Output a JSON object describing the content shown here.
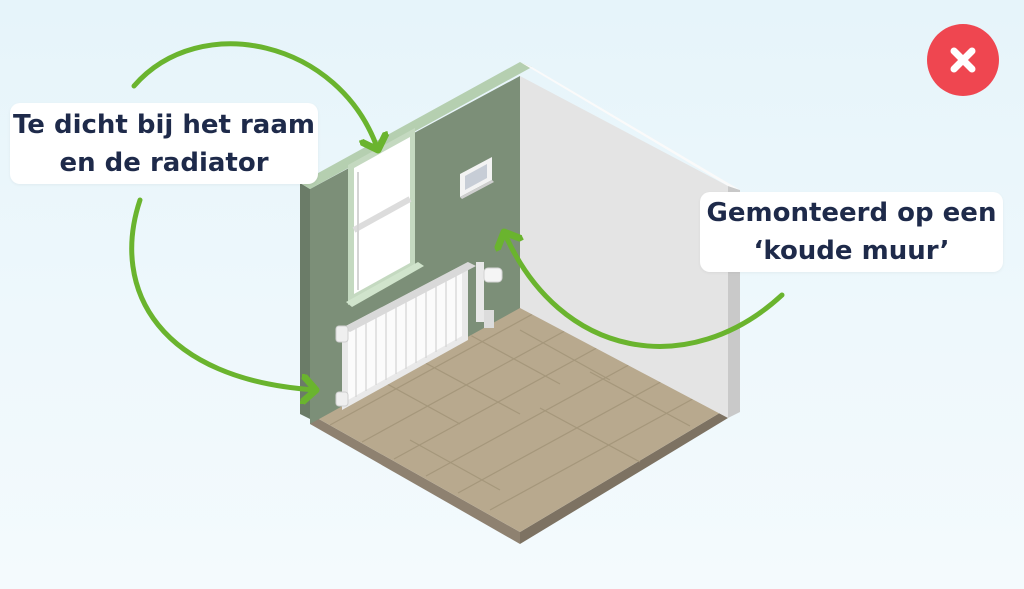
{
  "annotations": {
    "left": {
      "line1": "Te dicht bij het raam",
      "line2": "en de radiator"
    },
    "right": {
      "line1": "Gemonteerd op een",
      "line2": "‘koude muur’"
    }
  },
  "status": {
    "icon": "close-icon",
    "meaning": "incorrect"
  },
  "colors": {
    "arrow": "#6ab42e",
    "badge": "#ef4650",
    "left_wall": "#7c8f78",
    "right_wall": "#e4e4e4",
    "floor": "#b8a98e",
    "label_text": "#1e2a4a"
  }
}
